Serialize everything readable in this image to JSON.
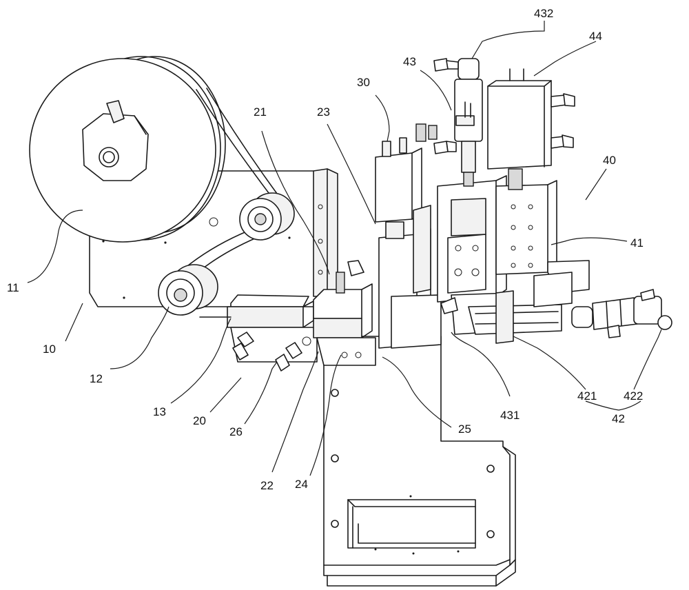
{
  "figure": {
    "type": "patent mechanical drawing",
    "line_color": "#1a1a1a",
    "background": "#ffffff"
  },
  "labels": {
    "l10": "10",
    "l11": "11",
    "l12": "12",
    "l13": "13",
    "l20": "20",
    "l21": "21",
    "l22": "22",
    "l23": "23",
    "l24": "24",
    "l25": "25",
    "l26": "26",
    "l30": "30",
    "l40": "40",
    "l41": "41",
    "l42": "42",
    "l43": "43",
    "l44": "44",
    "l421": "421",
    "l422": "422",
    "l431": "431",
    "l432": "432"
  }
}
